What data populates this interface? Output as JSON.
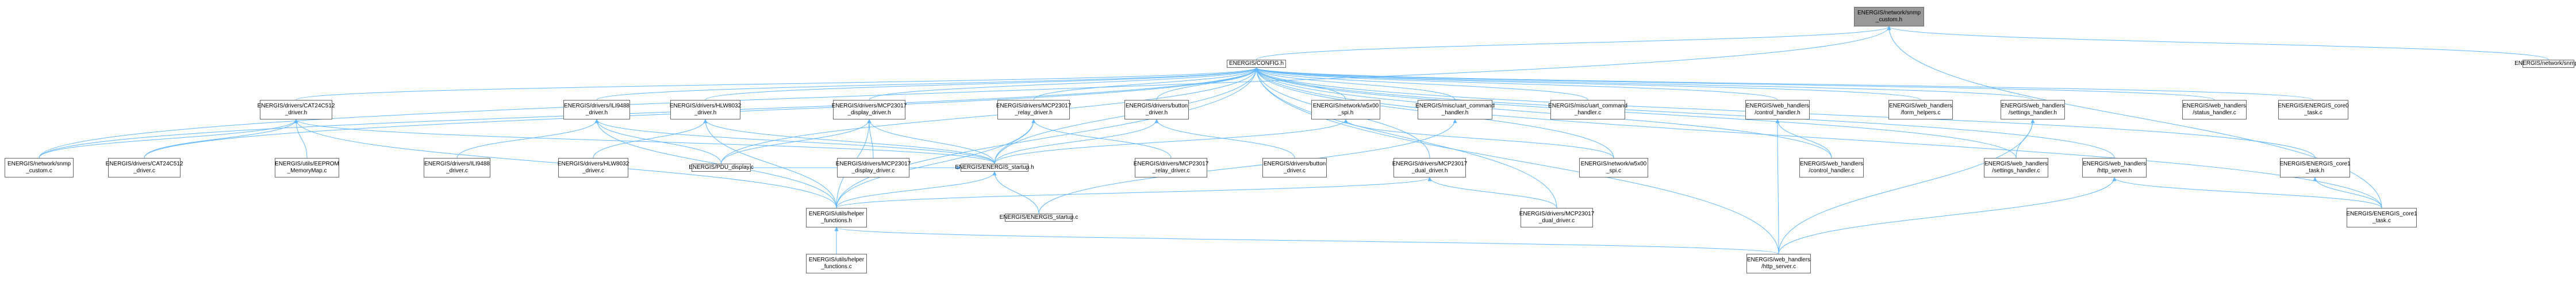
{
  "graph": {
    "colors": {
      "edge": "#63b8ff",
      "node_border": "#666666",
      "node_fill": "#ffffff",
      "root_fill": "#999999"
    },
    "nodes": [
      {
        "id": "root",
        "lines": [
          "ENERGIS/network/snmp",
          "_custom.h"
        ],
        "root": true
      },
      {
        "id": "config",
        "lines": [
          "ENERGIS/CONFIG.h"
        ]
      },
      {
        "id": "snmp_c",
        "lines": [
          "ENERGIS/network/snmp.c"
        ]
      },
      {
        "id": "cat24",
        "lines": [
          "ENERGIS/drivers/CAT24C512",
          "_driver.h"
        ]
      },
      {
        "id": "ili9488",
        "lines": [
          "ENERGIS/drivers/ILI9488",
          "_driver.h"
        ]
      },
      {
        "id": "hlw8032",
        "lines": [
          "ENERGIS/drivers/HLW8032",
          "_driver.h"
        ]
      },
      {
        "id": "mcp_disp",
        "lines": [
          "ENERGIS/drivers/MCP23017",
          "_display_driver.h"
        ]
      },
      {
        "id": "mcp_relay",
        "lines": [
          "ENERGIS/drivers/MCP23017",
          "_relay_driver.h"
        ]
      },
      {
        "id": "button_h",
        "lines": [
          "ENERGIS/drivers/button",
          "_driver.h"
        ]
      },
      {
        "id": "w5x00_h",
        "lines": [
          "ENERGIS/network/w5x00",
          "_spi.h"
        ]
      },
      {
        "id": "uart_h",
        "lines": [
          "ENERGIS/misc/uart_command",
          "_handler.h"
        ]
      },
      {
        "id": "uart_c",
        "lines": [
          "ENERGIS/misc/uart_command",
          "_handler.c"
        ]
      },
      {
        "id": "ctrl_h",
        "lines": [
          "ENERGIS/web_handlers",
          "/control_handler.h"
        ]
      },
      {
        "id": "form_c",
        "lines": [
          "ENERGIS/web_handlers",
          "/form_helpers.c"
        ]
      },
      {
        "id": "settings_h",
        "lines": [
          "ENERGIS/web_handlers",
          "/settings_handler.h"
        ]
      },
      {
        "id": "status_c",
        "lines": [
          "ENERGIS/web_handlers",
          "/status_handler.c"
        ]
      },
      {
        "id": "core0",
        "lines": [
          "ENERGIS/ENERGIS_core0",
          "_task.c"
        ]
      },
      {
        "id": "snmp_custom_c",
        "lines": [
          "ENERGIS/network/snmp",
          "_custom.c"
        ]
      },
      {
        "id": "cat24_c",
        "lines": [
          "ENERGIS/drivers/CAT24C512",
          "_driver.c"
        ]
      },
      {
        "id": "eeprom",
        "lines": [
          "ENERGIS/utils/EEPROM",
          "_MemoryMap.c"
        ]
      },
      {
        "id": "ili9488_c",
        "lines": [
          "ENERGIS/drivers/ILI9488",
          "_driver.c"
        ]
      },
      {
        "id": "hlw8032_c",
        "lines": [
          "ENERGIS/drivers/HLW8032",
          "_driver.c"
        ]
      },
      {
        "id": "pdu_display",
        "lines": [
          "ENERGIS/PDU_display.c"
        ]
      },
      {
        "id": "mcp_disp_c",
        "lines": [
          "ENERGIS/drivers/MCP23017",
          "_display_driver.c"
        ]
      },
      {
        "id": "startup_h",
        "lines": [
          "ENERGIS/ENERGIS_startup.h"
        ]
      },
      {
        "id": "mcp_relay_c",
        "lines": [
          "ENERGIS/drivers/MCP23017",
          "_relay_driver.c"
        ]
      },
      {
        "id": "button_c",
        "lines": [
          "ENERGIS/drivers/button",
          "_driver.c"
        ]
      },
      {
        "id": "mcp_dual_h",
        "lines": [
          "ENERGIS/drivers/MCP23017",
          "_dual_driver.h"
        ]
      },
      {
        "id": "w5x00_c",
        "lines": [
          "ENERGIS/network/w5x00",
          "_spi.c"
        ]
      },
      {
        "id": "ctrl_c",
        "lines": [
          "ENERGIS/web_handlers",
          "/control_handler.c"
        ]
      },
      {
        "id": "settings_c",
        "lines": [
          "ENERGIS/web_handlers",
          "/settings_handler.c"
        ]
      },
      {
        "id": "http_h",
        "lines": [
          "ENERGIS/web_handlers",
          "/http_server.h"
        ]
      },
      {
        "id": "core1_h",
        "lines": [
          "ENERGIS/ENERGIS_core1",
          "_task.h"
        ]
      },
      {
        "id": "helper_h",
        "lines": [
          "ENERGIS/utils/helper",
          "_functions.h"
        ]
      },
      {
        "id": "startup_c",
        "lines": [
          "ENERGIS/ENERGIS_startup.c"
        ]
      },
      {
        "id": "mcp_dual_c",
        "lines": [
          "ENERGIS/drivers/MCP23017",
          "_dual_driver.c"
        ]
      },
      {
        "id": "core1_c",
        "lines": [
          "ENERGIS/ENERGIS_core1",
          "_task.c"
        ]
      },
      {
        "id": "helper_c",
        "lines": [
          "ENERGIS/utils/helper",
          "_functions.c"
        ]
      },
      {
        "id": "http_c",
        "lines": [
          "ENERGIS/web_handlers",
          "/http_server.c"
        ]
      }
    ]
  }
}
